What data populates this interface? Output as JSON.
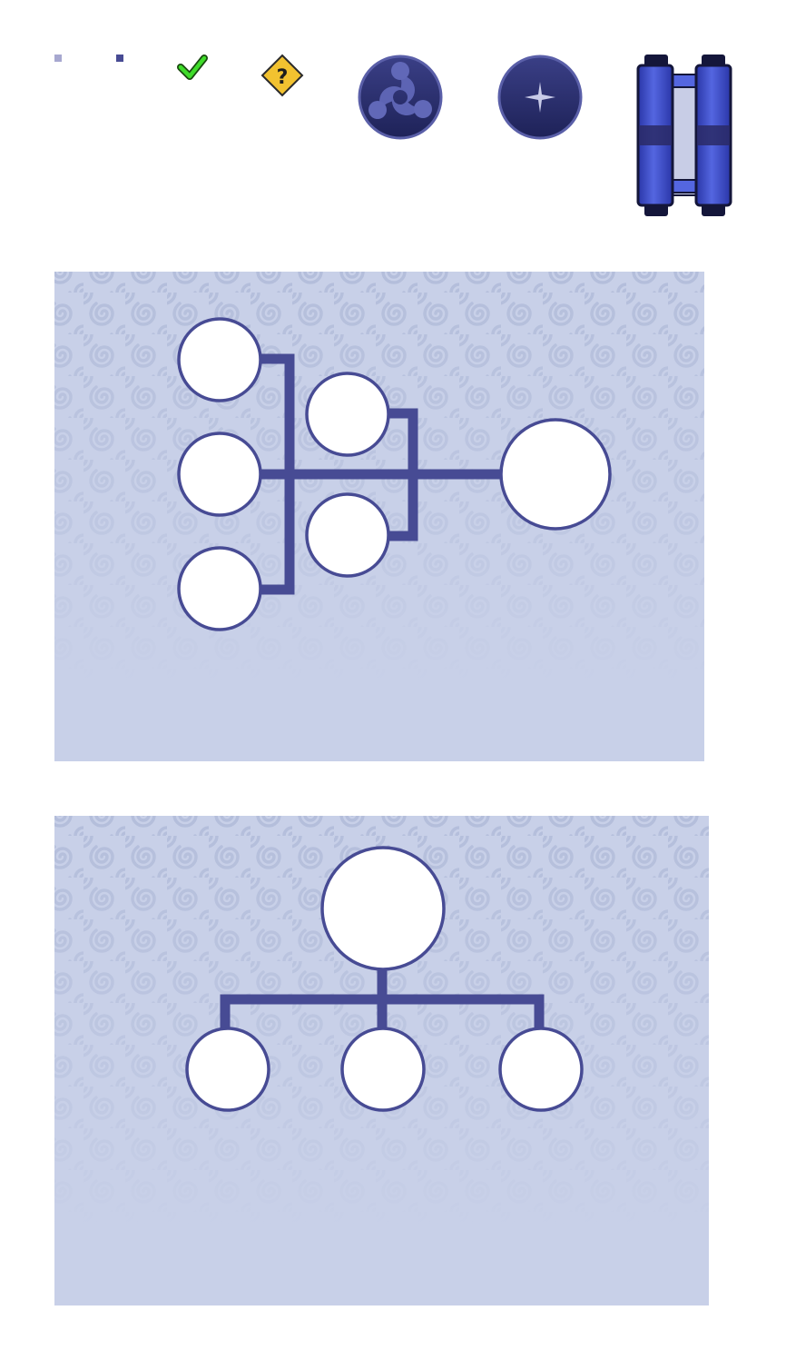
{
  "colors": {
    "page_background": "#ffffff",
    "panel_background": "#c8d0e8",
    "panel_swirl": "#b4bedb",
    "connector": "#474b94",
    "node_fill": "#ffffff",
    "node_stroke": "#474b94",
    "bullet_light": "#a7a8d0",
    "bullet_dark": "#474b94",
    "check_green": "#3fdc2a",
    "warning_yellow": "#f2c230",
    "disc_navy": "#2a2f6e",
    "scroll_blue": "#3c4ccc",
    "scroll_dark": "#14163a"
  },
  "icons": [
    "square-bullet-light-icon",
    "square-bullet-dark-icon",
    "checkmark-icon",
    "help-warning-icon",
    "swirl-disc-icon",
    "plus-disc-icon",
    "scroll-frame-icon"
  ],
  "diagrams": [
    {
      "name": "horizontal-hierarchy",
      "orientation": "right-to-left",
      "root_count": 1,
      "branch_count": 2,
      "leaf_count": 3
    },
    {
      "name": "vertical-hierarchy",
      "orientation": "top-down",
      "root_count": 1,
      "child_count": 3
    }
  ]
}
